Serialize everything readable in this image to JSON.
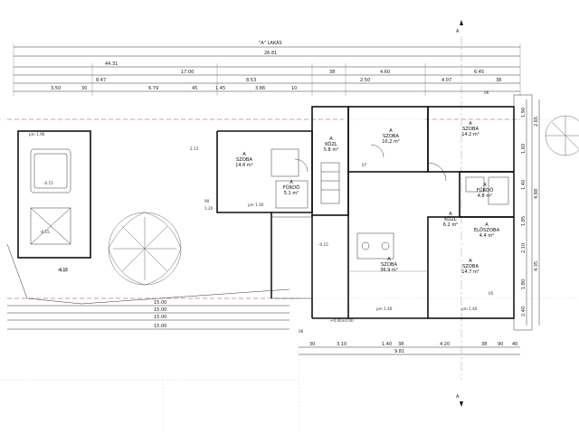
{
  "title": "\"A\" LAKÁS",
  "section_marks": [
    "A",
    "A"
  ],
  "overall_dims": {
    "total": "26.81",
    "left": "44.31",
    "mid": "17.00",
    "middle": "4.60",
    "right": "6.45",
    "sixty": "38"
  },
  "top_dims": [
    "3.50",
    "30",
    "8.47",
    "6.79",
    "45",
    "1.45",
    "8.53",
    "3.86",
    "10",
    "2.50",
    "4.07",
    "38"
  ],
  "bottom_dims": [
    "3.10",
    "1.40",
    "38",
    "4.20",
    "38",
    "90",
    "9.81",
    "30",
    "40"
  ],
  "left_dims": [
    "15.00",
    "15.00",
    "15.00",
    "15.00"
  ],
  "side_dims": [
    "1.90",
    "1.60",
    "2.65",
    "1.40",
    "4.88",
    "1.85",
    "4.35",
    "2.10",
    "1.80",
    "2.40"
  ],
  "rooms": [
    {
      "name": "A",
      "type": "SZOBA",
      "area": "14.6 m²"
    },
    {
      "name": "A",
      "type": "FÜRDŐ",
      "area": "5.1 m²"
    },
    {
      "name": "A",
      "type": "KÖZL",
      "area": "5.8 m²"
    },
    {
      "name": "A",
      "type": "SZOBA",
      "area": "10.2 m²"
    },
    {
      "name": "A",
      "type": "SZOBA",
      "area": "14.2 m²"
    },
    {
      "name": "A",
      "type": "FÜRDŐ",
      "area": "4.8 m²"
    },
    {
      "name": "A",
      "type": "KÖZL",
      "area": "6.2 m²"
    },
    {
      "name": "A",
      "type": "ELŐSZOBA",
      "area": "4.4 m²"
    },
    {
      "name": "A",
      "type": "SZOBA",
      "area": "36.9 m²"
    },
    {
      "name": "A",
      "type": "SZOBA",
      "area": "14.7 m²"
    }
  ],
  "marks": {
    "pm140": "pm 1.40",
    "pm190": "pm 1.90",
    "level_a": "-0.15",
    "level_b": "-0.15",
    "level_c": "-0.15",
    "level_d": "-0.15",
    "n06": "06",
    "n07": "07",
    "n05": "05",
    "stair": "2.13",
    "ninety": "90",
    "one20": "1.20",
    "entry": "+0.00±0.00"
  }
}
